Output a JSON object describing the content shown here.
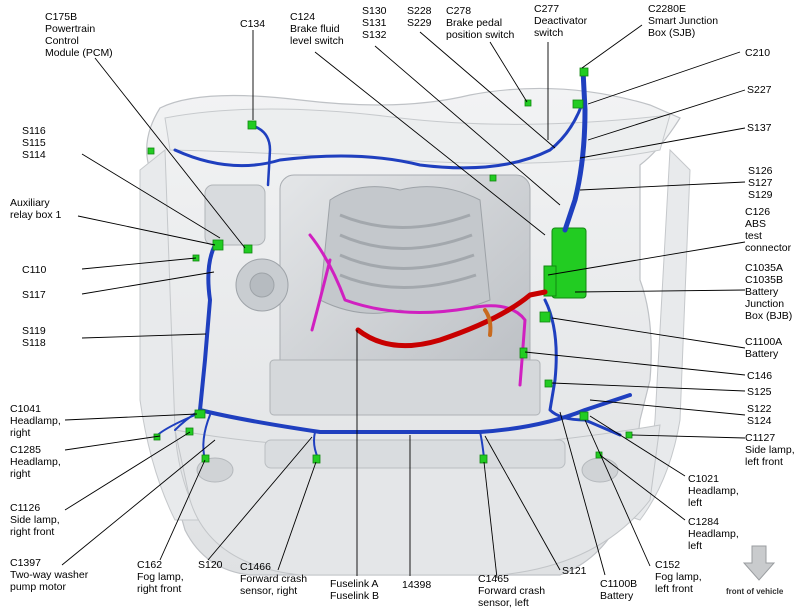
{
  "callouts": {
    "c175b": [
      "C175B",
      "Powertrain",
      "Control",
      "Module (PCM)"
    ],
    "c134": [
      "C134"
    ],
    "c124": [
      "C124",
      "Brake fluid",
      "level switch"
    ],
    "s130": [
      "S130",
      "S131",
      "S132"
    ],
    "s228": [
      "S228",
      "S229"
    ],
    "c278": [
      "C278",
      "Brake pedal",
      "position switch"
    ],
    "c277": [
      "C277",
      "Deactivator",
      "switch"
    ],
    "c2280e": [
      "C2280E",
      "Smart Junction",
      "Box (SJB)"
    ],
    "c210": [
      "C210"
    ],
    "s227": [
      "S227"
    ],
    "s137": [
      "S137"
    ],
    "s126": [
      "S126",
      "S127",
      "S129"
    ],
    "c126": [
      "C126",
      "ABS",
      "test",
      "connector"
    ],
    "c1035": [
      "C1035A",
      "C1035B",
      "Battery",
      "Junction",
      "Box (BJB)"
    ],
    "c1100a": [
      "C1100A",
      "Battery"
    ],
    "c146": [
      "C146"
    ],
    "s125": [
      "S125"
    ],
    "s122": [
      "S122",
      "S124"
    ],
    "c1127": [
      "C1127",
      "Side lamp,",
      "left front"
    ],
    "c1021": [
      "C1021",
      "Headlamp,",
      "left"
    ],
    "c1284": [
      "C1284",
      "Headlamp,",
      "left"
    ],
    "c152": [
      "C152",
      "Fog lamp,",
      "left front"
    ],
    "c1100b": [
      "C1100B",
      "Battery"
    ],
    "s121": [
      "S121"
    ],
    "c1465": [
      "C1465",
      "Forward crash",
      "sensor, left"
    ],
    "n14398": [
      "14398"
    ],
    "fuselink": [
      "Fuselink A",
      "Fuselink B"
    ],
    "c1466": [
      "C1466",
      "Forward crash",
      "sensor, right"
    ],
    "s120": [
      "S120"
    ],
    "c162": [
      "C162",
      "Fog lamp,",
      "right front"
    ],
    "c1397": [
      "C1397",
      "Two-way washer",
      "pump motor"
    ],
    "c1126": [
      "C1126",
      "Side lamp,",
      "right front"
    ],
    "c1285": [
      "C1285",
      "Headlamp,",
      "right"
    ],
    "c1041": [
      "C1041",
      "Headlamp,",
      "right"
    ],
    "s119": [
      "S119",
      "S118"
    ],
    "s117": [
      "S117"
    ],
    "c110": [
      "C110"
    ],
    "aux": [
      "Auxiliary",
      "relay box 1"
    ],
    "s116": [
      "S116",
      "S115",
      "S114"
    ]
  },
  "front_of_vehicle": "front of vehicle",
  "colors": {
    "harness_blue": "#1f3fbf",
    "battery_cable_red": "#c80000",
    "harness_magenta": "#d020c0",
    "connector_green": "#22cc22",
    "engine_gray": "#cfd2d6"
  },
  "icons": {
    "front_arrow": "down-arrow-icon"
  }
}
